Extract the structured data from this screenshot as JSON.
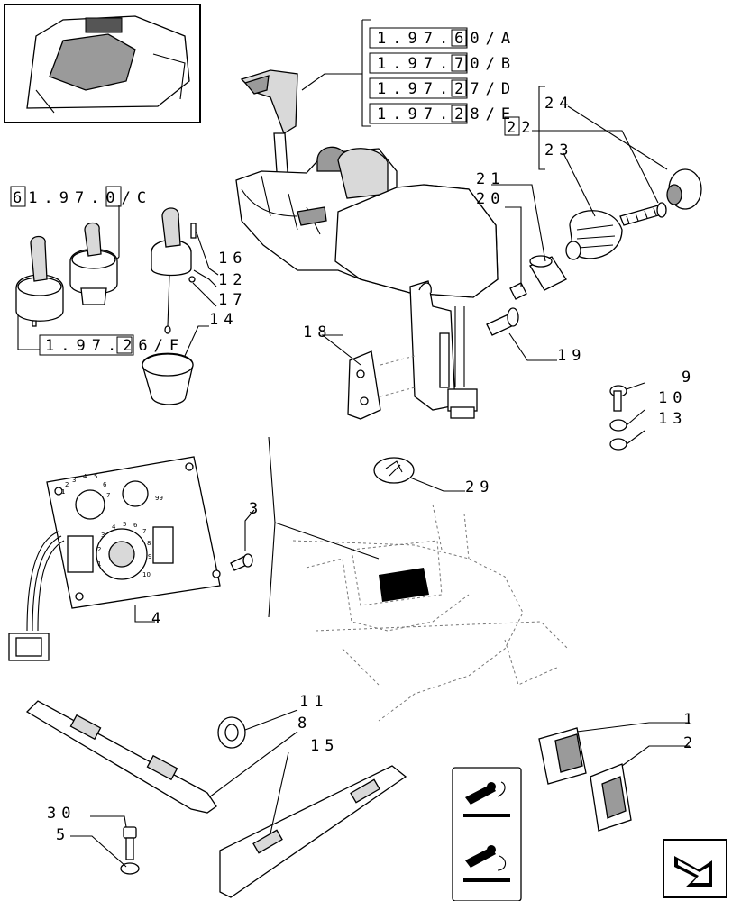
{
  "references": [
    {
      "id": "ref-1",
      "text": "1.97.60/A"
    },
    {
      "id": "ref-2",
      "text": "1.97.70/B"
    },
    {
      "id": "ref-3",
      "text": "1.97.27/D"
    },
    {
      "id": "ref-4",
      "text": "1.97.28/E"
    },
    {
      "id": "ref-5",
      "text": "61.97.0/C"
    },
    {
      "id": "ref-6",
      "text": "1.97.26/F"
    }
  ],
  "callouts": {
    "c1": "1",
    "c2": "2",
    "c3": "3",
    "c4": "4",
    "c5": "5",
    "c8": "8",
    "c9": "9",
    "c10": "10",
    "c11": "11",
    "c12": "12",
    "c13": "13",
    "c14": "14",
    "c15": "15",
    "c16": "16",
    "c17": "17",
    "c18": "18",
    "c19": "19",
    "c20": "20",
    "c21": "21",
    "c22": "22",
    "c23": "23",
    "c24": "24",
    "c26": "2",
    "c29": "29",
    "c30": "30"
  },
  "dial_numbers": [
    "1",
    "2",
    "3",
    "4",
    "5",
    "6",
    "7",
    "99",
    "1",
    "2",
    "3",
    "4",
    "5",
    "6",
    "7",
    "8",
    "9",
    "10"
  ],
  "icons": [
    "next-page-arrow-icon",
    "lever-up-icon",
    "lever-down-icon"
  ]
}
